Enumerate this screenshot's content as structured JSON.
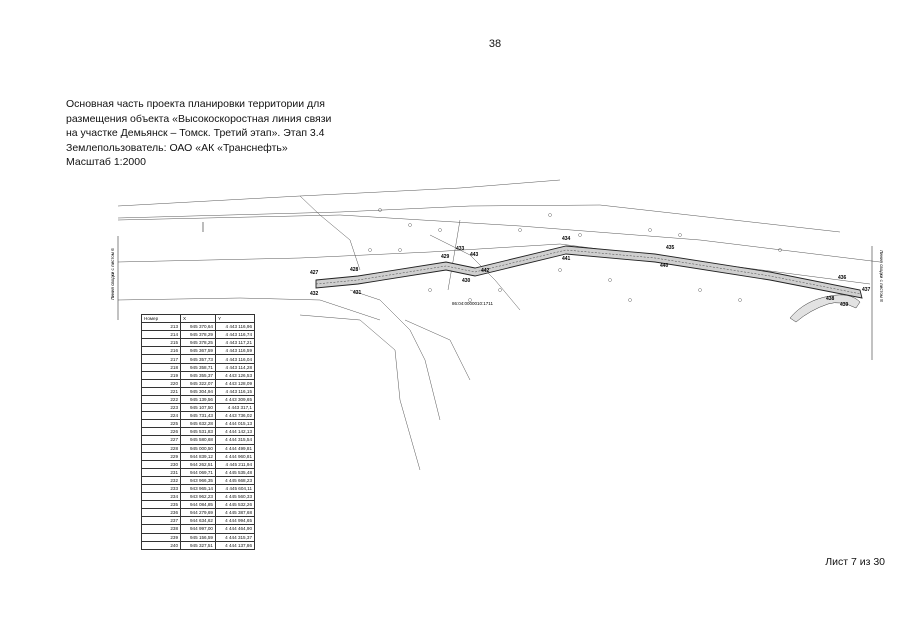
{
  "page_number": "38",
  "title_lines": "Основная часть проекта планировки территории для\nразмещения объекта «Высокоскоростная линия связи\nна участке Демьянск – Томск. Третий этап». Этап 3.4\nЗемлепользователь: ОАО «АК «Транснефть»\nМасштаб 1:2000",
  "sheet": "Лист 7 из 30",
  "map": {
    "left_line_label": "Линия сводки с листом 6",
    "right_line_label": "Линия сводки с листом 8",
    "cadastral_label": "86:04:0000010:1711",
    "point_labels": [
      "427",
      "428",
      "429",
      "430",
      "431",
      "432",
      "433",
      "434",
      "435",
      "436",
      "437",
      "438",
      "439",
      "440",
      "441",
      "442",
      "443"
    ]
  },
  "table": {
    "headers": [
      "Номер",
      "Х",
      "Y"
    ],
    "rows": [
      [
        "213",
        "945 370,64",
        "4 443 116,96"
      ],
      [
        "214",
        "945 378,29",
        "4 443 116,74"
      ],
      [
        "215",
        "945 378,25",
        "4 443 117,21"
      ],
      [
        "216",
        "945 367,59",
        "4 443 116,59"
      ],
      [
        "217",
        "945 357,73",
        "4 443 116,04"
      ],
      [
        "218",
        "945 358,71",
        "4 443 114,28"
      ],
      [
        "219",
        "945 355,37",
        "4 443 126,53"
      ],
      [
        "220",
        "945 322,07",
        "4 443 128,09"
      ],
      [
        "221",
        "945 304,94",
        "4 443 116,15"
      ],
      [
        "222",
        "945 139,56",
        "4 443 309,65"
      ],
      [
        "223",
        "945 107,50",
        "4 443 317,1"
      ],
      [
        "224",
        "945 731,43",
        "4 443 736,02"
      ],
      [
        "225",
        "945 632,28",
        "4 444 015,13"
      ],
      [
        "226",
        "945 531,83",
        "4 444 142,13"
      ],
      [
        "227",
        "945 580,68",
        "4 444 315,54"
      ],
      [
        "228",
        "945 000,50",
        "4 444 499,81"
      ],
      [
        "229",
        "944 839,12",
        "4 444 960,81"
      ],
      [
        "230",
        "944 262,51",
        "4 445 211,94"
      ],
      [
        "231",
        "944 069,71",
        "4 445 535,48"
      ],
      [
        "232",
        "943 966,35",
        "4 445 668,23"
      ],
      [
        "233",
        "943 965,14",
        "4 445 604,11"
      ],
      [
        "234",
        "943 962,23",
        "4 445 560,33"
      ],
      [
        "235",
        "944 084,85",
        "4 445 532,26"
      ],
      [
        "236",
        "944 279,69",
        "4 445 387,68"
      ],
      [
        "237",
        "944 634,62",
        "4 444 994,65"
      ],
      [
        "238",
        "944 997,00",
        "4 444 464,90"
      ],
      [
        "239",
        "945 156,59",
        "4 444 315,37"
      ],
      [
        "240",
        "945 327,51",
        "4 444 137,86"
      ]
    ]
  }
}
